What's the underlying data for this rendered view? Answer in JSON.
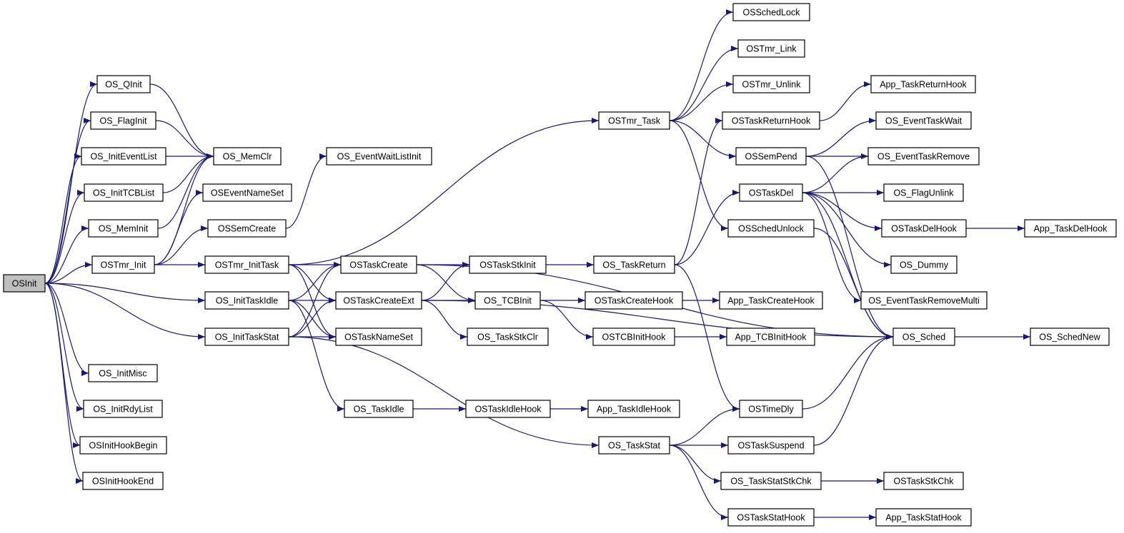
{
  "diagram": {
    "type": "call-graph",
    "edge_color": "#191970",
    "root_fill": "#bfbfbf",
    "nodes": [
      {
        "id": "OSInit",
        "label": "OSInit",
        "root": true
      },
      {
        "id": "OS_QInit",
        "label": "OS_QInit"
      },
      {
        "id": "OS_FlagInit",
        "label": "OS_FlagInit"
      },
      {
        "id": "OS_InitEventList",
        "label": "OS_InitEventList"
      },
      {
        "id": "OS_InitTCBList",
        "label": "OS_InitTCBList"
      },
      {
        "id": "OS_MemInit",
        "label": "OS_MemInit"
      },
      {
        "id": "OSTmr_Init",
        "label": "OSTmr_Init"
      },
      {
        "id": "OS_InitMisc",
        "label": "OS_InitMisc"
      },
      {
        "id": "OS_InitRdyList",
        "label": "OS_InitRdyList"
      },
      {
        "id": "OSInitHookBegin",
        "label": "OSInitHookBegin"
      },
      {
        "id": "OSInitHookEnd",
        "label": "OSInitHookEnd"
      },
      {
        "id": "OS_MemClr",
        "label": "OS_MemClr"
      },
      {
        "id": "OSEventNameSet",
        "label": "OSEventNameSet"
      },
      {
        "id": "OSSemCreate",
        "label": "OSSemCreate"
      },
      {
        "id": "OSTmr_InitTask",
        "label": "OSTmr_InitTask"
      },
      {
        "id": "OS_InitTaskIdle",
        "label": "OS_InitTaskIdle"
      },
      {
        "id": "OS_InitTaskStat",
        "label": "OS_InitTaskStat"
      },
      {
        "id": "OS_EventWaitListInit",
        "label": "OS_EventWaitListInit"
      },
      {
        "id": "OSTaskCreate",
        "label": "OSTaskCreate"
      },
      {
        "id": "OSTaskCreateExt",
        "label": "OSTaskCreateExt"
      },
      {
        "id": "OSTaskNameSet",
        "label": "OSTaskNameSet"
      },
      {
        "id": "OS_TaskIdle",
        "label": "OS_TaskIdle"
      },
      {
        "id": "OSTaskStkInit",
        "label": "OSTaskStkInit"
      },
      {
        "id": "OS_TCBInit",
        "label": "OS_TCBInit"
      },
      {
        "id": "OS_TaskStkClr",
        "label": "OS_TaskStkClr"
      },
      {
        "id": "OSTaskIdleHook",
        "label": "OSTaskIdleHook"
      },
      {
        "id": "OSTmr_Task",
        "label": "OSTmr_Task"
      },
      {
        "id": "OS_TaskReturn",
        "label": "OS_TaskReturn"
      },
      {
        "id": "OSTaskCreateHook",
        "label": "OSTaskCreateHook"
      },
      {
        "id": "OSTCBInitHook",
        "label": "OSTCBInitHook"
      },
      {
        "id": "App_TaskIdleHook",
        "label": "App_TaskIdleHook"
      },
      {
        "id": "OS_TaskStat",
        "label": "OS_TaskStat"
      },
      {
        "id": "OSSchedLock",
        "label": "OSSchedLock"
      },
      {
        "id": "OSTmr_Link",
        "label": "OSTmr_Link"
      },
      {
        "id": "OSTmr_Unlink",
        "label": "OSTmr_Unlink"
      },
      {
        "id": "OSTaskReturnHook",
        "label": "OSTaskReturnHook"
      },
      {
        "id": "OSSemPend",
        "label": "OSSemPend"
      },
      {
        "id": "OSTaskDel",
        "label": "OSTaskDel"
      },
      {
        "id": "OSSchedUnlock",
        "label": "OSSchedUnlock"
      },
      {
        "id": "App_TaskCreateHook",
        "label": "App_TaskCreateHook"
      },
      {
        "id": "App_TCBInitHook",
        "label": "App_TCBInitHook"
      },
      {
        "id": "OSTimeDly",
        "label": "OSTimeDly"
      },
      {
        "id": "OSTaskSuspend",
        "label": "OSTaskSuspend"
      },
      {
        "id": "OS_TaskStatStkChk",
        "label": "OS_TaskStatStkChk"
      },
      {
        "id": "OSTaskStatHook",
        "label": "OSTaskStatHook"
      },
      {
        "id": "App_TaskReturnHook",
        "label": "App_TaskReturnHook"
      },
      {
        "id": "OS_EventTaskWait",
        "label": "OS_EventTaskWait"
      },
      {
        "id": "OS_EventTaskRemove",
        "label": "OS_EventTaskRemove"
      },
      {
        "id": "OS_FlagUnlink",
        "label": "OS_FlagUnlink"
      },
      {
        "id": "OSTaskDelHook",
        "label": "OSTaskDelHook"
      },
      {
        "id": "OS_Dummy",
        "label": "OS_Dummy"
      },
      {
        "id": "OS_EventTaskRemoveMulti",
        "label": "OS_EventTaskRemoveMulti"
      },
      {
        "id": "OS_Sched",
        "label": "OS_Sched"
      },
      {
        "id": "OSTaskStkChk",
        "label": "OSTaskStkChk"
      },
      {
        "id": "App_TaskStatHook",
        "label": "App_TaskStatHook"
      },
      {
        "id": "App_TaskDelHook",
        "label": "App_TaskDelHook"
      },
      {
        "id": "OS_SchedNew",
        "label": "OS_SchedNew"
      }
    ],
    "edges": [
      [
        "OSInit",
        "OS_QInit"
      ],
      [
        "OSInit",
        "OS_FlagInit"
      ],
      [
        "OSInit",
        "OS_InitEventList"
      ],
      [
        "OSInit",
        "OS_InitTCBList"
      ],
      [
        "OSInit",
        "OS_MemInit"
      ],
      [
        "OSInit",
        "OSTmr_Init"
      ],
      [
        "OSInit",
        "OS_InitTaskIdle"
      ],
      [
        "OSInit",
        "OS_InitTaskStat"
      ],
      [
        "OSInit",
        "OS_InitMisc"
      ],
      [
        "OSInit",
        "OS_InitRdyList"
      ],
      [
        "OSInit",
        "OSInitHookBegin"
      ],
      [
        "OSInit",
        "OSInitHookEnd"
      ],
      [
        "OS_QInit",
        "OS_MemClr"
      ],
      [
        "OS_FlagInit",
        "OS_MemClr"
      ],
      [
        "OS_InitEventList",
        "OS_MemClr"
      ],
      [
        "OS_InitTCBList",
        "OS_MemClr"
      ],
      [
        "OS_MemInit",
        "OS_MemClr"
      ],
      [
        "OSTmr_Init",
        "OS_MemClr"
      ],
      [
        "OSTmr_Init",
        "OSEventNameSet"
      ],
      [
        "OSTmr_Init",
        "OSSemCreate"
      ],
      [
        "OSTmr_Init",
        "OSTmr_InitTask"
      ],
      [
        "OSSemCreate",
        "OS_EventWaitListInit"
      ],
      [
        "OSTmr_InitTask",
        "OSTmr_Task"
      ],
      [
        "OSTmr_InitTask",
        "OSTaskCreate"
      ],
      [
        "OSTmr_InitTask",
        "OSTaskCreateExt"
      ],
      [
        "OSTmr_InitTask",
        "OSTaskNameSet"
      ],
      [
        "OS_InitTaskIdle",
        "OSTaskCreate"
      ],
      [
        "OS_InitTaskIdle",
        "OSTaskCreateExt"
      ],
      [
        "OS_InitTaskIdle",
        "OSTaskNameSet"
      ],
      [
        "OS_InitTaskIdle",
        "OS_TaskIdle"
      ],
      [
        "OS_InitTaskStat",
        "OSTaskCreate"
      ],
      [
        "OS_InitTaskStat",
        "OSTaskCreateExt"
      ],
      [
        "OS_InitTaskStat",
        "OSTaskNameSet"
      ],
      [
        "OS_InitTaskStat",
        "OS_TaskStat"
      ],
      [
        "OSTaskCreate",
        "OSTaskStkInit"
      ],
      [
        "OSTaskCreate",
        "OS_TCBInit"
      ],
      [
        "OSTaskCreate",
        "OS_Sched"
      ],
      [
        "OSTaskCreateExt",
        "OSTaskStkInit"
      ],
      [
        "OSTaskCreateExt",
        "OS_TCBInit"
      ],
      [
        "OSTaskCreateExt",
        "OS_TaskStkClr"
      ],
      [
        "OSTaskCreateExt",
        "OS_Sched"
      ],
      [
        "OSTaskStkInit",
        "OS_TaskReturn"
      ],
      [
        "OS_TCBInit",
        "OSTaskCreateHook"
      ],
      [
        "OS_TCBInit",
        "OSTCBInitHook"
      ],
      [
        "OS_TaskIdle",
        "OSTaskIdleHook"
      ],
      [
        "OSTaskIdleHook",
        "App_TaskIdleHook"
      ],
      [
        "OSTaskCreateHook",
        "App_TaskCreateHook"
      ],
      [
        "OSTCBInitHook",
        "App_TCBInitHook"
      ],
      [
        "OS_TaskReturn",
        "OSTaskReturnHook"
      ],
      [
        "OS_TaskReturn",
        "OSTaskDel"
      ],
      [
        "OS_TaskReturn",
        "OSTimeDly"
      ],
      [
        "OSTmr_Task",
        "OSSchedLock"
      ],
      [
        "OSTmr_Task",
        "OSTmr_Link"
      ],
      [
        "OSTmr_Task",
        "OSTmr_Unlink"
      ],
      [
        "OSTmr_Task",
        "OSSemPend"
      ],
      [
        "OSTmr_Task",
        "OSSchedUnlock"
      ],
      [
        "OSTaskReturnHook",
        "App_TaskReturnHook"
      ],
      [
        "OSSemPend",
        "OS_EventTaskWait"
      ],
      [
        "OSSemPend",
        "OS_EventTaskRemove"
      ],
      [
        "OSSemPend",
        "OS_Sched"
      ],
      [
        "OSTaskDel",
        "OS_EventTaskRemove"
      ],
      [
        "OSTaskDel",
        "OS_FlagUnlink"
      ],
      [
        "OSTaskDel",
        "OSTaskDelHook"
      ],
      [
        "OSTaskDel",
        "OS_Dummy"
      ],
      [
        "OSTaskDel",
        "OS_EventTaskRemoveMulti"
      ],
      [
        "OSTaskDel",
        "OS_Sched"
      ],
      [
        "OSTaskDelHook",
        "App_TaskDelHook"
      ],
      [
        "OSSchedUnlock",
        "OS_Sched"
      ],
      [
        "OS_TaskStat",
        "OSTimeDly"
      ],
      [
        "OS_TaskStat",
        "OSTaskSuspend"
      ],
      [
        "OS_TaskStat",
        "OS_TaskStatStkChk"
      ],
      [
        "OS_TaskStat",
        "OSTaskStatHook"
      ],
      [
        "OSTimeDly",
        "OS_Sched"
      ],
      [
        "OSTaskSuspend",
        "OS_Sched"
      ],
      [
        "OS_TaskStatStkChk",
        "OSTaskStkChk"
      ],
      [
        "OSTaskStatHook",
        "App_TaskStatHook"
      ],
      [
        "OS_Sched",
        "OS_SchedNew"
      ]
    ]
  }
}
